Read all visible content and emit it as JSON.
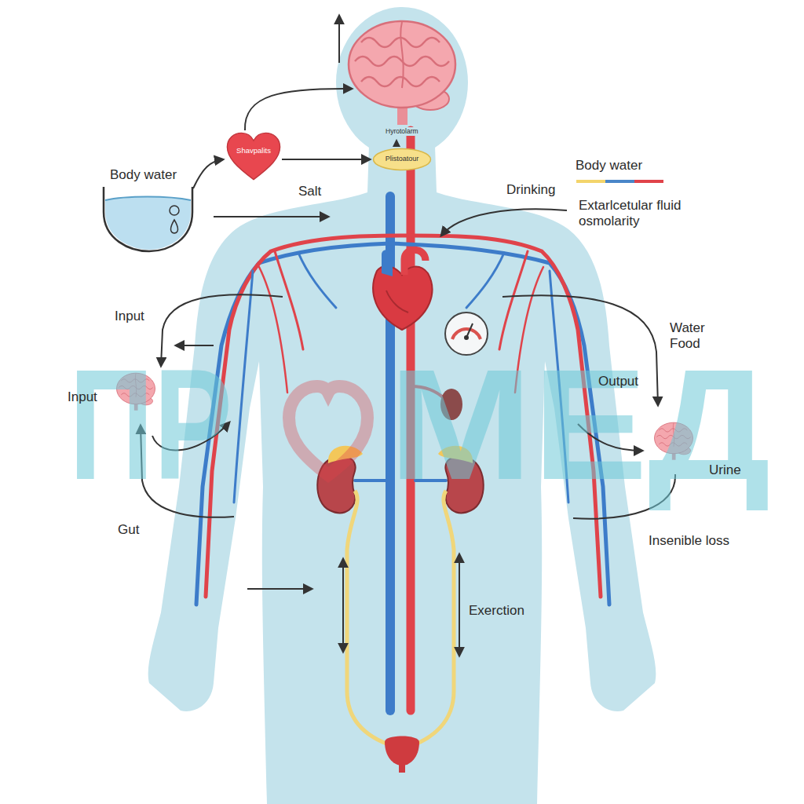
{
  "diagram": {
    "nodes": [
      {
        "text": [
          "Shavpalits"
        ]
      },
      {
        "text": [
          "Plistoatour"
        ]
      }
    ],
    "edges": [
      {
        "from": 0,
        "to": 1,
        "arrow": "to"
      }
    ],
    "labels": [
      "Body water",
      "Hyrotolarm",
      "Salt",
      "Drinking",
      "Extarlcetular fluid osmolarity",
      "Input",
      "Input",
      "Water Food",
      "Output",
      "Gut",
      "Urine",
      "Insenible loss",
      "Exerction",
      "ПР",
      "МЕД"
    ],
    "legend": [
      {
        "text": "Body water"
      }
    ]
  }
}
